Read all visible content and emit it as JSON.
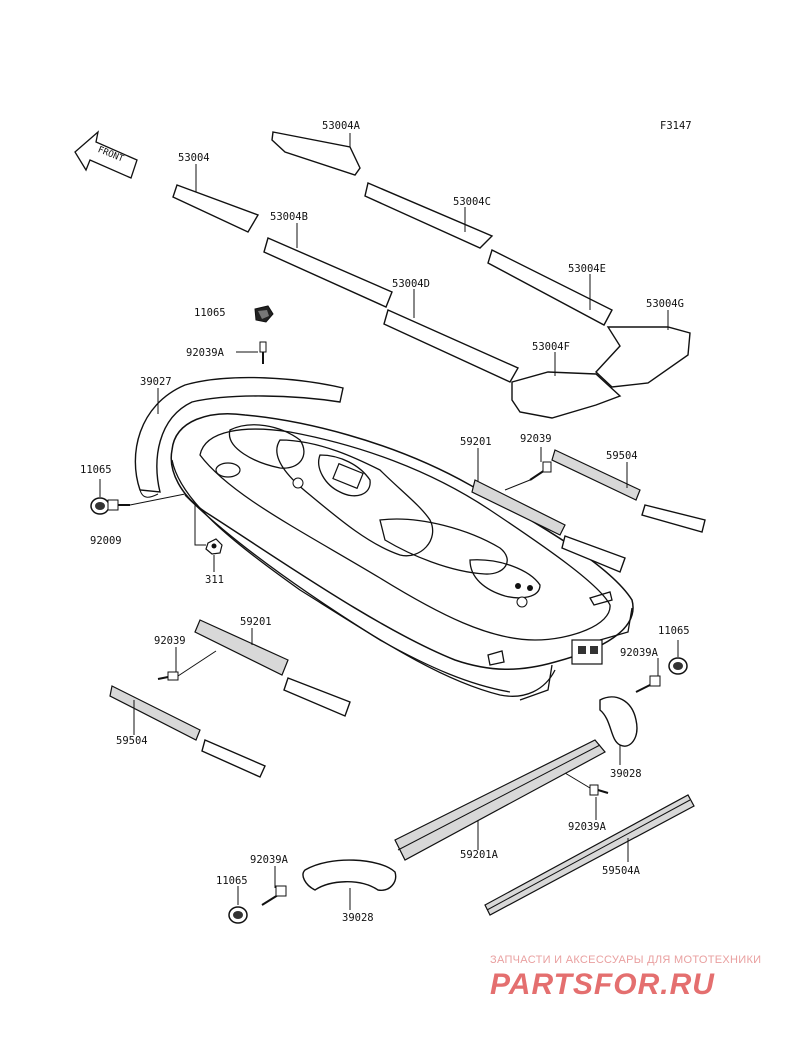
{
  "diagram_code": "F3147",
  "front_label": "FRONT",
  "watermark": {
    "top_text": "ЗАПЧАСТИ И АКСЕССУАРЫ ДЛЯ МОТОТЕХНИКИ",
    "brand": "PARTSFOR.RU"
  },
  "labels": {
    "p53004A": "53004A",
    "p53004": "53004",
    "p53004C": "53004C",
    "p53004B": "53004B",
    "p53004E": "53004E",
    "p53004D": "53004D",
    "p53004G": "53004G",
    "p53004F": "53004F",
    "p11065_top": "11065",
    "p92039A_top": "92039A",
    "p39027": "39027",
    "p11065_left": "11065",
    "p92009": "92009",
    "p311": "311",
    "p59201_right": "59201",
    "p92039_right": "92039",
    "p59504_right": "59504",
    "p59201_left": "59201",
    "p92039_left": "92039",
    "p59504_left": "59504",
    "p11065_right": "11065",
    "p92039A_right": "92039A",
    "p39028_right": "39028",
    "p92039A_bottom": "92039A",
    "p59201A": "59201A",
    "p59504A": "59504A",
    "p92039A_lower": "92039A",
    "p11065_bottom": "11065",
    "p39028_bottom": "39028"
  }
}
